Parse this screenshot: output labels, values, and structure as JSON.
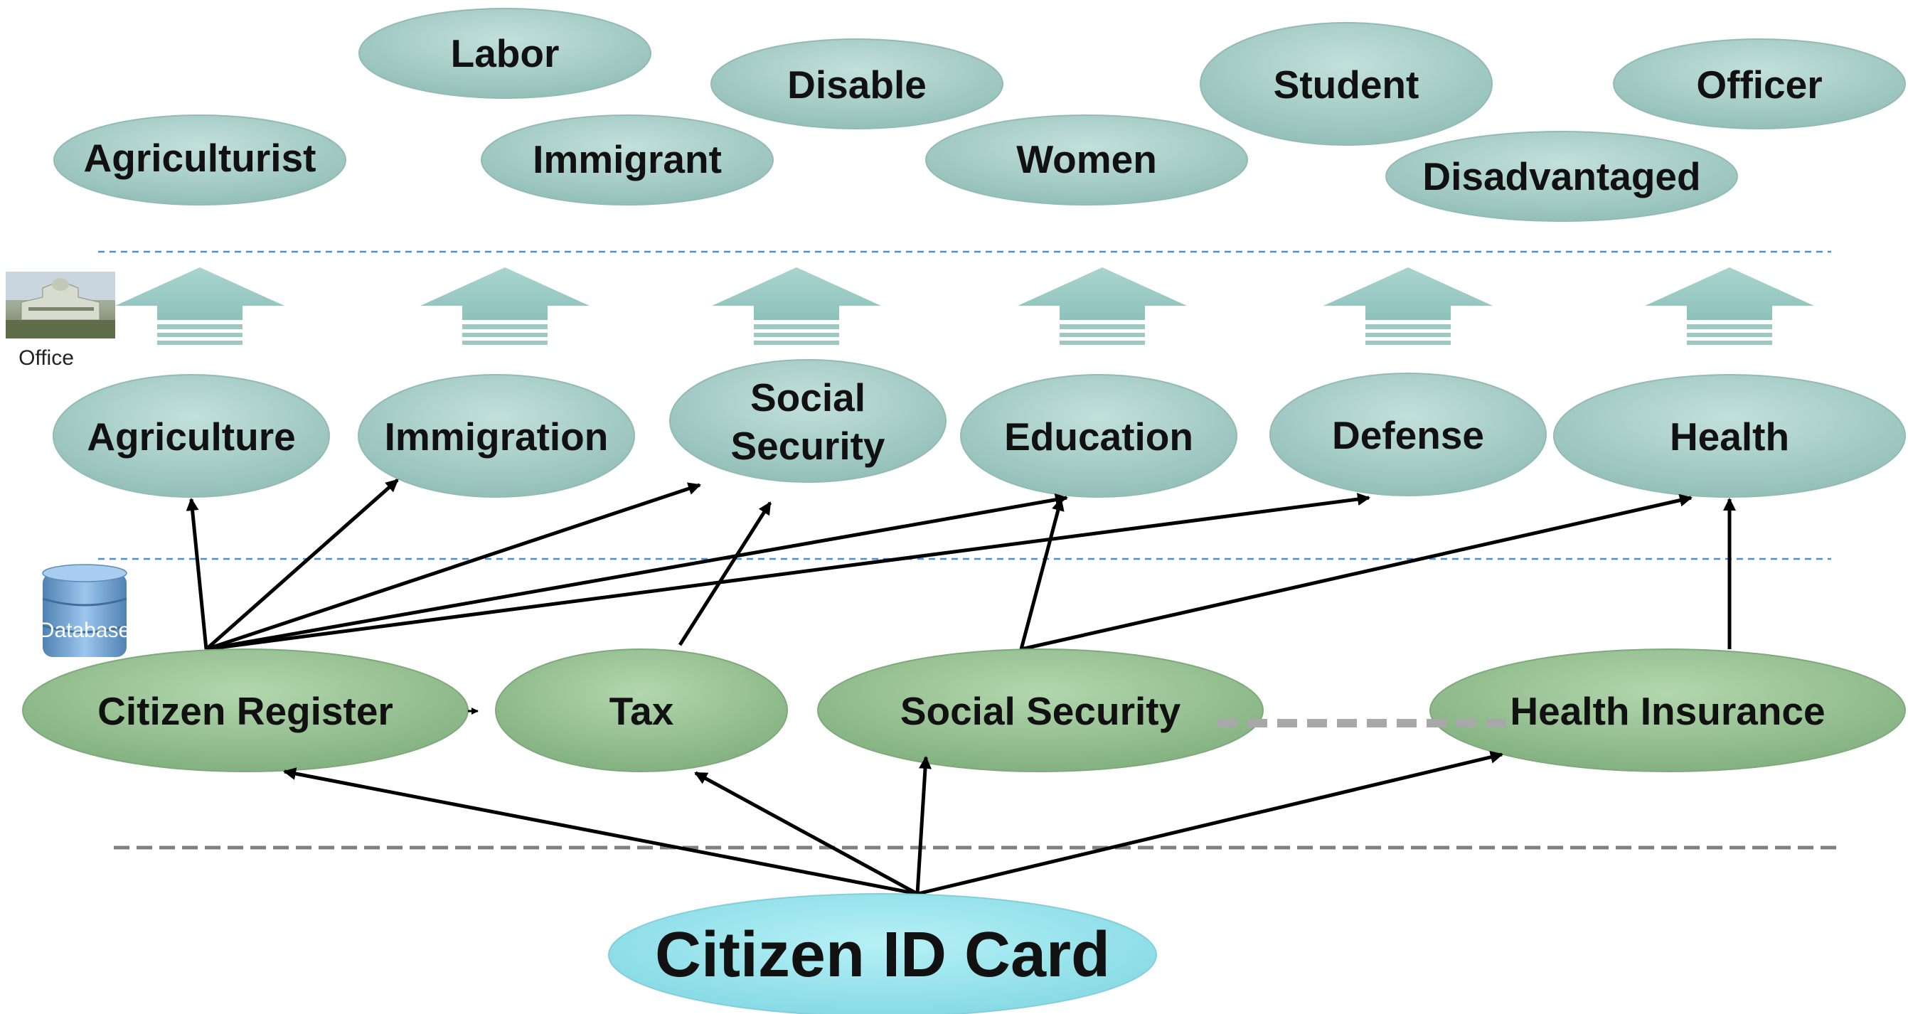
{
  "groups": {
    "agriculturist": "Agriculturist",
    "labor": "Labor",
    "immigrant": "Immigrant",
    "disable": "Disable",
    "women": "Women",
    "student": "Student",
    "disadvantaged": "Disadvantaged",
    "officer": "Officer"
  },
  "office": {
    "label": "Office",
    "agriculture": "Agriculture",
    "immigration": "Immigration",
    "social_security_line1": "Social",
    "social_security_line2": "Security",
    "education": "Education",
    "defense": "Defense",
    "health": "Health"
  },
  "database": {
    "label": "Database",
    "citizen_register": "Citizen Register",
    "tax": "Tax",
    "social_security": "Social Security",
    "health_insurance": "Health Insurance"
  },
  "id_card": {
    "label": "Citizen ID Card"
  },
  "colors": {
    "group_fill": "#a7cdc7",
    "office_fill": "#a7cdc7",
    "database_fill": "#93bd8f",
    "id_card_fill": "#8fe0e8",
    "arrow": "#000000",
    "separator_blue": "#4a90d9",
    "separator_gray": "#808080"
  }
}
